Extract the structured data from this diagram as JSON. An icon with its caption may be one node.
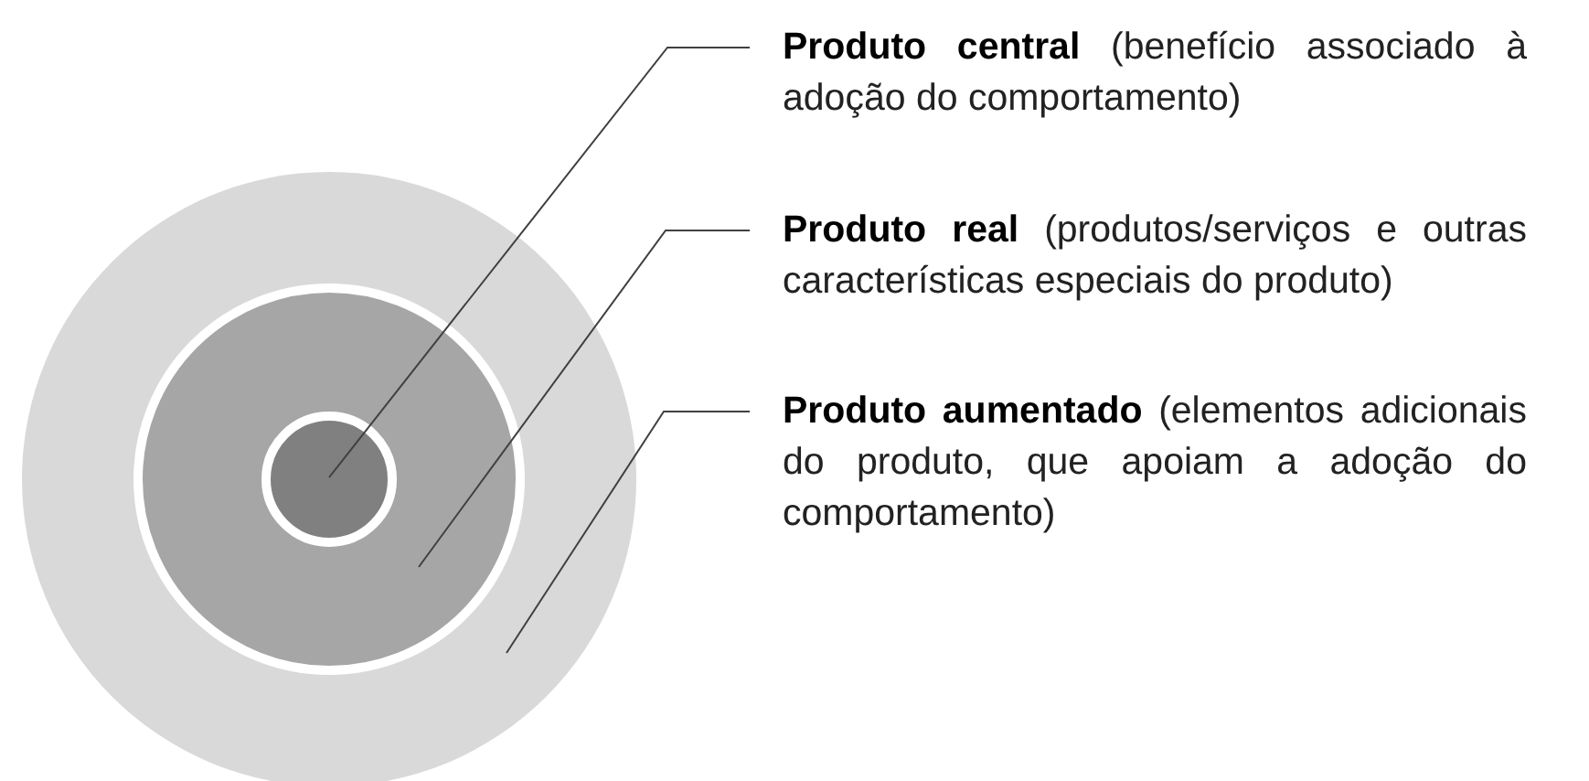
{
  "diagram": {
    "nodes": [
      {
        "text": [
          "**Produto central** (benefício associado à adoção do comportamento)"
        ]
      },
      {
        "text": [
          "**Produto real** (produtos/serviços e outras características especiais do produto)"
        ]
      },
      {
        "text": [
          "**Produto aumentado** (elementos adicionais do produto, que apoiam a adoção do comportamento)"
        ]
      },
      {
        "text": [],
        "shape": "circle"
      },
      {
        "text": [],
        "shape": "circle",
        "in": 3
      },
      {
        "text": [],
        "shape": "circle",
        "in": 4
      }
    ],
    "edges": [
      {
        "from": 0,
        "to": 5,
        "arrow": "none"
      },
      {
        "from": 1,
        "to": 4,
        "arrow": "none"
      },
      {
        "from": 2,
        "to": 3,
        "arrow": "none"
      }
    ]
  }
}
